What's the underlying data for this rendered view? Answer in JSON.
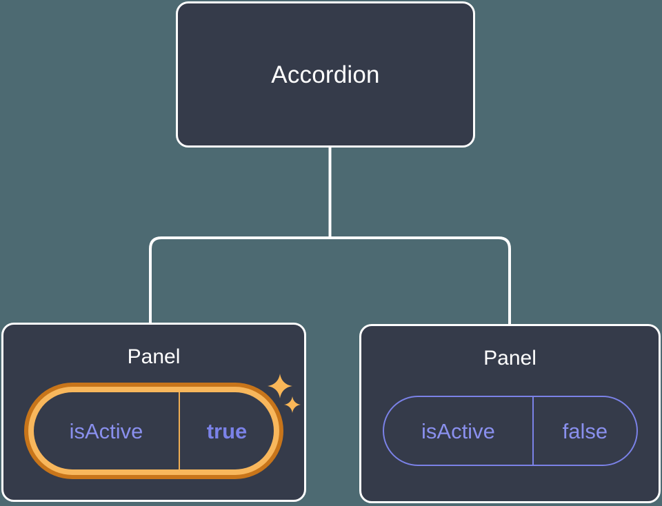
{
  "diagram": {
    "type": "component-tree",
    "background_color": "#4d6a72",
    "node_fill_color": "#353b4a",
    "node_border_color": "#ffffff",
    "connector_color": "#ffffff",
    "highlight_color": "#f8b75c",
    "highlight_outer_color": "#c8751a",
    "prop_text_color": "#8a90ee",
    "prop_value_color": "#7b82e8"
  },
  "root": {
    "label": "Accordion"
  },
  "children": [
    {
      "label": "Panel",
      "highlighted": true,
      "prop": {
        "key": "isActive",
        "value": "true"
      },
      "sparkles": [
        {
          "name": "sparkle-large-icon"
        },
        {
          "name": "sparkle-small-icon"
        }
      ]
    },
    {
      "label": "Panel",
      "highlighted": false,
      "prop": {
        "key": "isActive",
        "value": "false"
      }
    }
  ]
}
